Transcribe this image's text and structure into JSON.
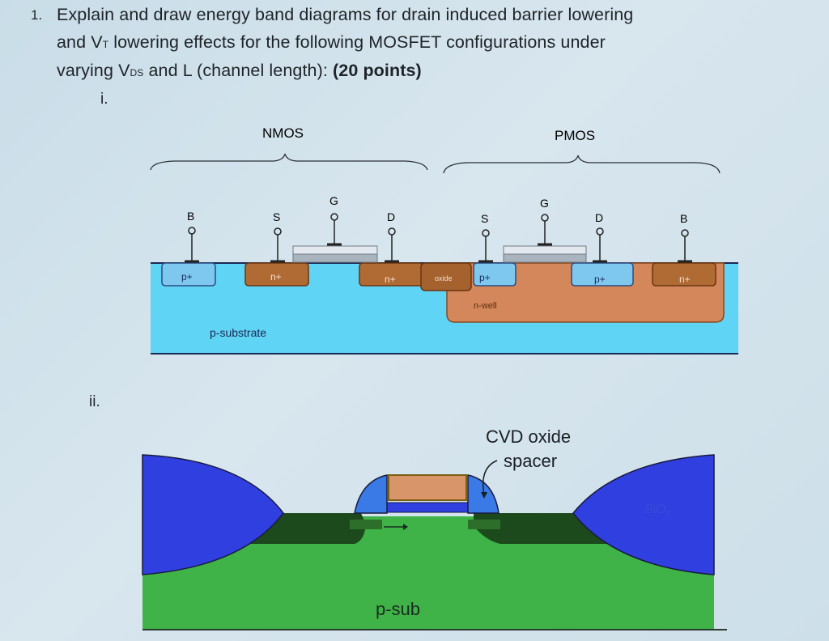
{
  "question": {
    "number": "1.",
    "line1": "Explain and draw energy band diagrams for drain induced barrier lowering",
    "line2_a": "and V",
    "line2_sub": "T",
    "line2_b": " lowering effects for the following MOSFET configurations under",
    "line3_a": "varying V",
    "line3_sub": "DS",
    "line3_b": " and L (channel length): ",
    "points": "(20 points)"
  },
  "part_i": {
    "label": "i.",
    "nmos_label": "NMOS",
    "pmos_label": "PMOS",
    "terminals": {
      "nmos_b": "B",
      "nmos_s": "S",
      "nmos_g": "G",
      "nmos_d": "D",
      "pmos_s": "S",
      "pmos_g": "G",
      "pmos_d": "D",
      "pmos_b": "B"
    },
    "regions": {
      "nmos_body_contact": "p+",
      "nmos_source": "n+",
      "nmos_drain": "n+",
      "oxide": "oxide",
      "pmos_source": "p+",
      "pmos_drain": "p+",
      "pmos_body_contact": "n+",
      "nwell": "n-well",
      "substrate": "p-substrate"
    },
    "colors": {
      "substrate": "#5fd4f4",
      "n_region": "#b06a33",
      "nwell": "#d4875a",
      "p_region": "#7ec8f0",
      "gate": "#c8d0d8"
    }
  },
  "part_ii": {
    "label": "ii.",
    "cvd_label_1": "CVD oxide",
    "cvd_label_2": "spacer",
    "sio2_label": "SiO",
    "sio2_sub": "2",
    "psub_label": "p-sub",
    "colors": {
      "sio2": "#2f3fe0",
      "psub": "#3fb347",
      "nplus": "#1c4a1c",
      "gate_poly": "#d9956a",
      "spacer": "#3a7ae6"
    }
  }
}
